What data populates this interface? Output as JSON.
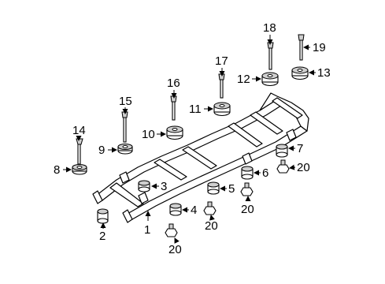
{
  "callouts": {
    "c1": "1",
    "c2": "2",
    "c3": "3",
    "c4": "4",
    "c5": "5",
    "c6": "6",
    "c7": "7",
    "c8": "8",
    "c9": "9",
    "c10": "10",
    "c11": "11",
    "c12": "12",
    "c13": "13",
    "c14": "14",
    "c15": "15",
    "c16": "16",
    "c17": "17",
    "c18": "18",
    "c19": "19",
    "c20a": "20",
    "c20b": "20",
    "c20c": "20",
    "c20d": "20"
  }
}
